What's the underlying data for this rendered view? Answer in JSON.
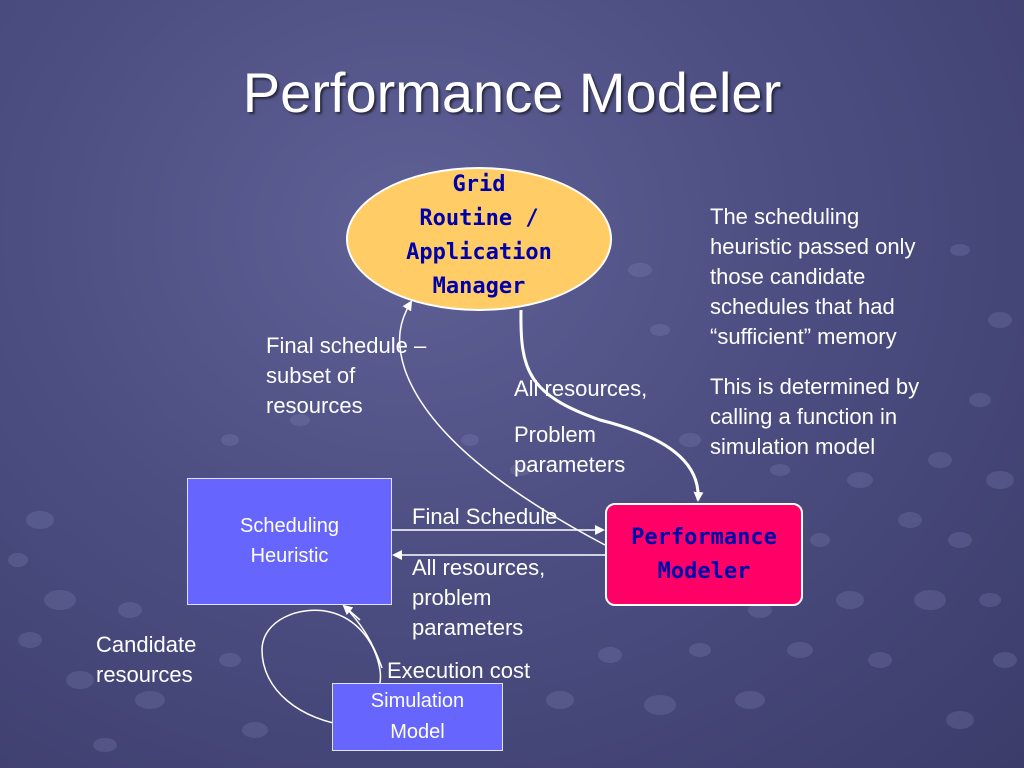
{
  "title": "Performance Modeler",
  "nodes": {
    "grid_manager": [
      "Grid",
      "Routine /",
      "Application",
      "Manager"
    ],
    "scheduling_heuristic": [
      "Scheduling",
      "Heuristic"
    ],
    "performance_modeler": [
      "Performance",
      "Modeler"
    ],
    "simulation_model": [
      "Simulation",
      "Model"
    ]
  },
  "labels": {
    "final_schedule_subset": [
      "Final schedule –",
      "subset of",
      "resources"
    ],
    "all_resources": "All resources,",
    "problem_parameters": [
      "Problem",
      "parameters"
    ],
    "final_schedule": "Final Schedule",
    "all_resources_problem": [
      "All resources,",
      "problem",
      "parameters"
    ],
    "candidate_resources": [
      "Candidate",
      "resources"
    ],
    "execution_cost": "Execution cost"
  },
  "notes": {
    "paragraph1": [
      "The scheduling",
      "heuristic passed only",
      "those candidate",
      "schedules that had",
      "“sufficient” memory"
    ],
    "paragraph2": [
      "This is determined by",
      "calling a function in",
      "simulation model"
    ]
  },
  "colors": {
    "background": "#4c4e82",
    "grid_manager_fill": "#ffcc66",
    "box_fill": "#6666ff",
    "performance_modeler_fill": "#ff0066",
    "node_text": "#0000aa"
  }
}
